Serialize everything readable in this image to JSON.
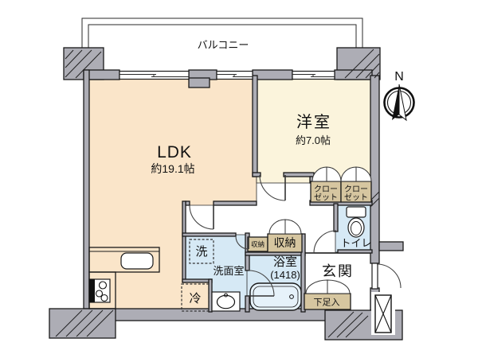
{
  "plan": {
    "balcony_label": "バルコニー",
    "north_label": "N",
    "rooms": {
      "ldk": {
        "name": "LDK",
        "size": "約19.1帖"
      },
      "western": {
        "name": "洋室",
        "size": "約7.0帖"
      },
      "washroom": {
        "name": "洗面室"
      },
      "bathroom": {
        "name": "浴室",
        "size": "(1418)"
      },
      "toilet": {
        "name": "トイレ"
      },
      "entrance": {
        "name": "玄関"
      }
    },
    "storage": {
      "closet_left_line1": "クロー",
      "closet_left_line2": "ゼット",
      "closet_right_line1": "クロー",
      "closet_right_line2": "ゼット",
      "storage_small": "収納",
      "storage_large": "収納",
      "shoe_box": "下足入"
    },
    "appliances": {
      "washer": "洗",
      "fridge": "冷"
    }
  },
  "colors": {
    "wall": "#ADADB5",
    "outline": "#1A1A1A",
    "ldk_floor": "#FAE5C9",
    "western_floor": "#FBF4DC",
    "wet_floor": "#D6E9F5",
    "storage": "#D6C6A0",
    "tub": "#E6F2FA",
    "white": "#FFFFFF"
  }
}
